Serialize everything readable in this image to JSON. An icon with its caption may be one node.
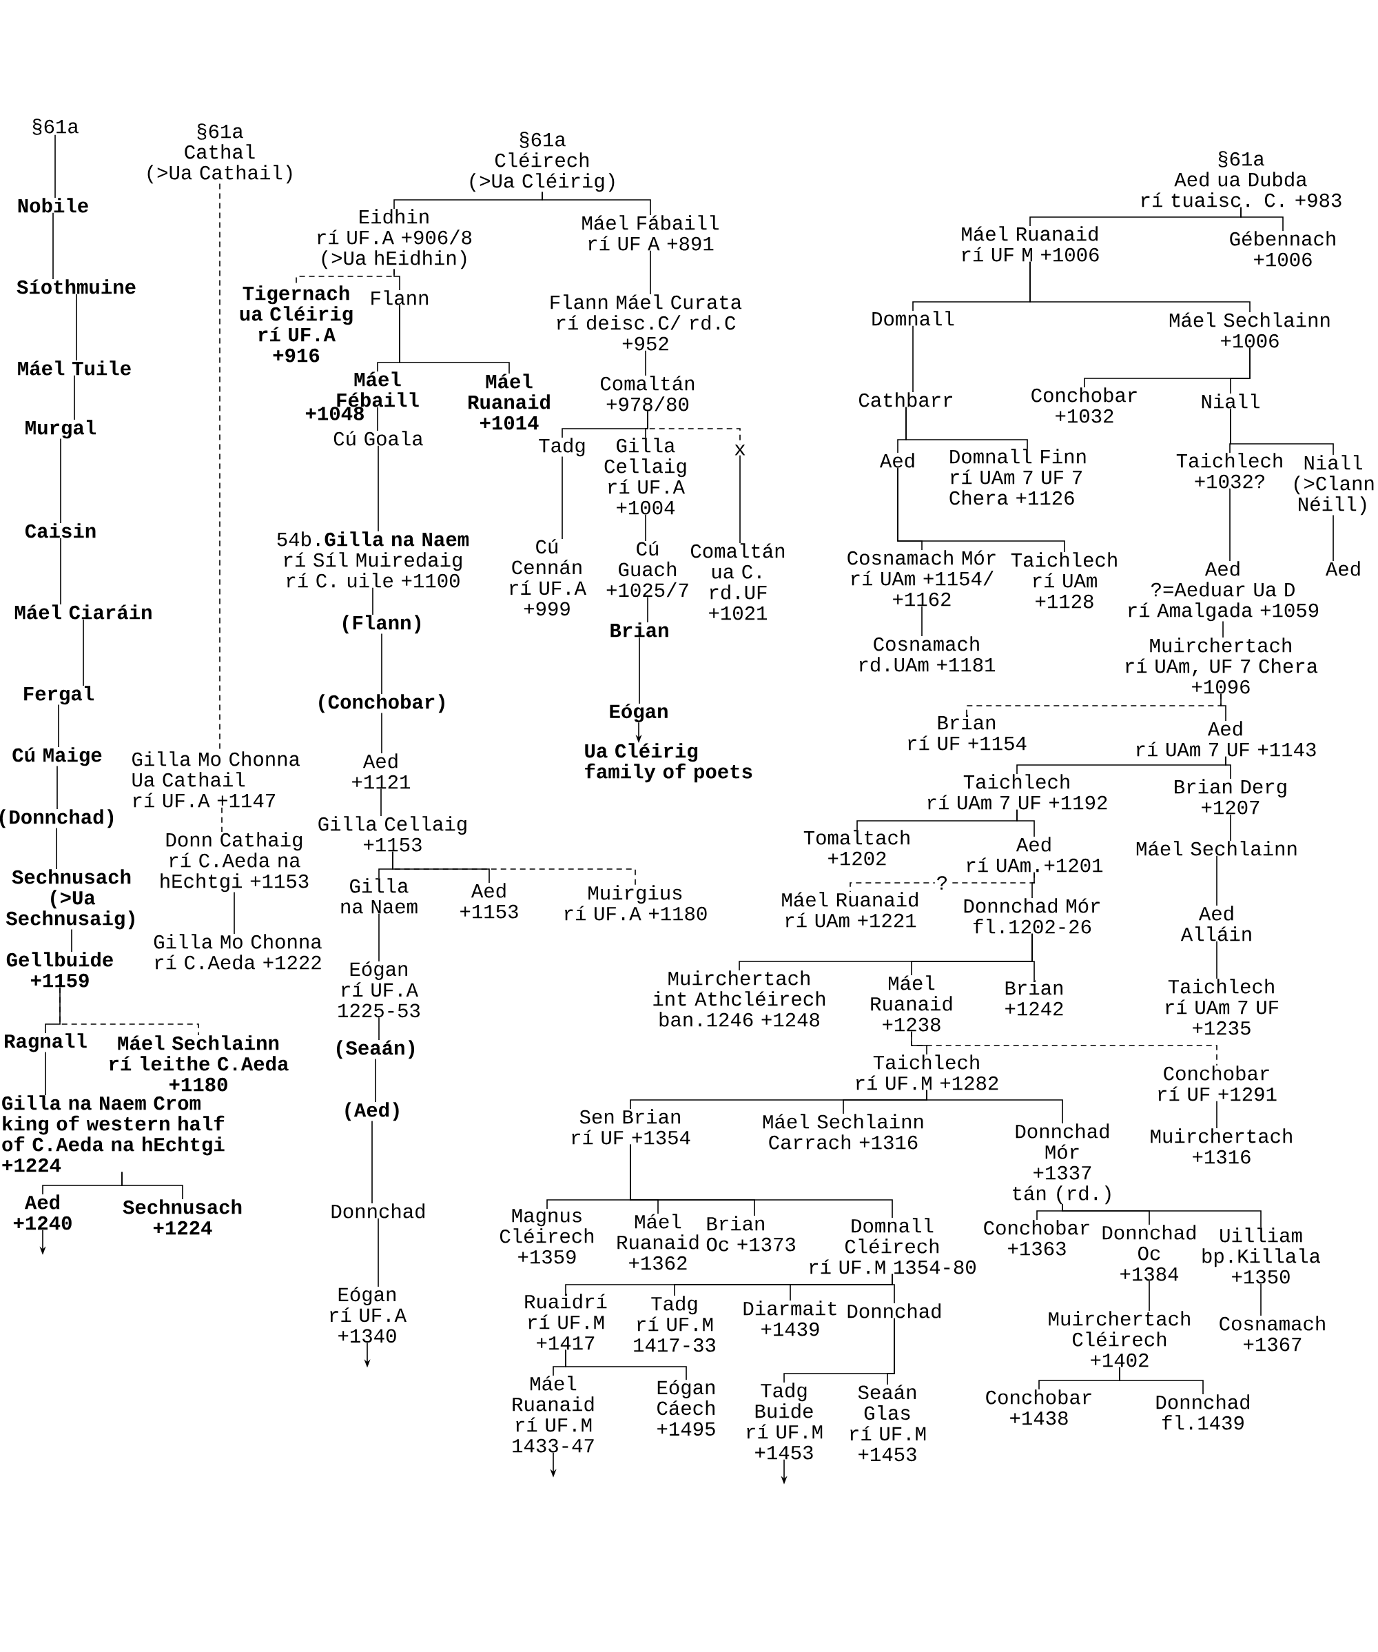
{
  "diagram": {
    "nodes": [
      {
        "text": [
          "§61a"
        ]
      },
      {
        "text": [
          "Nobile"
        ]
      },
      {
        "text": [
          "Síothmuine"
        ]
      },
      {
        "text": [
          "Máel Tuile"
        ]
      },
      {
        "text": [
          "Murgal"
        ]
      },
      {
        "text": [
          "Caisin"
        ]
      },
      {
        "text": [
          "Máel Ciaráin"
        ]
      },
      {
        "text": [
          "Fergal"
        ]
      },
      {
        "text": [
          "Cú Maige"
        ]
      },
      {
        "text": [
          "(Donnchad)"
        ]
      },
      {
        "text": [
          "Sechnusach (>Ua Sechnusaig)"
        ]
      },
      {
        "text": [
          "Gellbuide +1159"
        ]
      },
      {
        "text": [
          "Ragnall"
        ]
      },
      {
        "text": [
          "Máel Sechlainn",
          "rí leithe C.Aeda",
          "+1180"
        ]
      },
      {
        "text": [
          "Gilla na Naem Crom",
          "king of western half of C.Aeda na hEchtgi",
          "+1224"
        ]
      },
      {
        "text": [
          "Aed",
          "+1240"
        ]
      },
      {
        "text": [
          "Sechnusach",
          "+1224"
        ]
      },
      {
        "text": [
          "§61a",
          "Cathal",
          "(>Ua Cathail)"
        ]
      },
      {
        "text": [
          "Gilla Mo Chonna Ua Cathail",
          "rí UF.A +1147"
        ]
      },
      {
        "text": [
          "Donn Cathaig",
          "rí C.Aeda na hEchtgi +1153"
        ]
      },
      {
        "text": [
          "Gilla Mo Chonna",
          "rí C.Aeda +1222"
        ]
      },
      {
        "text": [
          "§61a",
          "Cléirech",
          "(>Ua Cléirig)"
        ]
      },
      {
        "text": [
          "Eidhin",
          "rí UF.A +906/8",
          "(>Ua hEidhin)"
        ]
      },
      {
        "text": [
          "Máel Fábaill",
          "rí UF A +891"
        ]
      },
      {
        "text": [
          "Tigernach ua Cléirig",
          "rí UF.A",
          "+916"
        ]
      },
      {
        "text": [
          "Flann"
        ]
      },
      {
        "text": [
          "Máel Fébaill"
        ],
        "beside": [
          "+1048"
        ]
      },
      {
        "text": [
          "Máel Ruanaid",
          "+1014"
        ]
      },
      {
        "text": [
          "Cú Goala"
        ]
      },
      {
        "text": [
          "54b.**Gilla na Naem**",
          "rí Síl Muiredaig",
          "rí C. uile +1100"
        ]
      },
      {
        "text": [
          "(Flann)"
        ]
      },
      {
        "text": [
          "(Conchobar)"
        ]
      },
      {
        "text": [
          "Aed",
          "+1121"
        ]
      },
      {
        "text": [
          "Gilla Cellaig",
          "+1153"
        ]
      },
      {
        "text": [
          "Gilla na Naem"
        ]
      },
      {
        "text": [
          "Aed",
          "+1153"
        ]
      },
      {
        "text": [
          "Muirgius",
          "rí UF.A +1180"
        ]
      },
      {
        "text": [
          "Eógan",
          "rí UF.A",
          "1225-53"
        ]
      },
      {
        "text": [
          "(Seaán)"
        ]
      },
      {
        "text": [
          "(Aed)"
        ]
      },
      {
        "text": [
          "Donnchad"
        ]
      },
      {
        "text": [
          "Eógan",
          "rí UF.A",
          "+1340"
        ]
      },
      {
        "text": [
          "Flann Máel Curata",
          "rí deisc.C/ rd.C",
          "+952"
        ]
      },
      {
        "text": [
          "Comaltán",
          "+978/80"
        ]
      },
      {
        "text": [
          "Tadg"
        ]
      },
      {
        "text": [
          "Gilla Cellaig",
          "rí UF.A",
          "+1004"
        ]
      },
      {
        "text": [
          "x"
        ]
      },
      {
        "text": [
          "Cú Cennán",
          "rí UF.A",
          "+999"
        ]
      },
      {
        "text": [
          "Cú Guach",
          "+1025/7"
        ]
      },
      {
        "text": [
          "Comaltán ua C.",
          "rd.UF",
          "+1021"
        ]
      },
      {
        "text": [
          "Brian"
        ]
      },
      {
        "text": [
          "Eógan"
        ]
      },
      {
        "text": [
          "Ua Cléirig family of poets"
        ]
      },
      {
        "text": [
          "§61a",
          "Aed ua Dubda",
          "rí tuaisc. C. +983"
        ]
      },
      {
        "text": [
          "Máel Ruanaid",
          "rí UF M +1006"
        ]
      },
      {
        "text": [
          "Gébennach",
          "+1006"
        ]
      },
      {
        "text": [
          "Domnall"
        ]
      },
      {
        "text": [
          "Máel Sechlainn",
          "+1006"
        ]
      },
      {
        "text": [
          "Cathbarr"
        ]
      },
      {
        "text": [
          "Conchobar",
          "+1032"
        ]
      },
      {
        "text": [
          "Niall"
        ]
      },
      {
        "text": [
          "Aed"
        ]
      },
      {
        "text": [
          "Domnall Finn",
          "rí UAm 7 UF 7",
          "Chera +1126"
        ]
      },
      {
        "text": [
          "Taichlech",
          "+1032?"
        ]
      },
      {
        "text": [
          "Niall",
          "(>Clann Néill)"
        ]
      },
      {
        "text": [
          "Cosnamach Mór",
          "rí UAm +1154/",
          "+1162"
        ]
      },
      {
        "text": [
          "Taichlech",
          "rí UAm",
          "+1128"
        ]
      },
      {
        "text": [
          "Cosnamach",
          "rd.UAm +1181"
        ]
      },
      {
        "text": [
          "Aed",
          "?=Aeduar Ua D",
          "rí Amalgada +1059"
        ]
      },
      {
        "text": [
          "Aed"
        ]
      },
      {
        "text": [
          "Muirchertach",
          "rí UAm, UF 7 Chera",
          "+1096"
        ]
      },
      {
        "text": [
          "Brian",
          "rí UF +1154"
        ]
      },
      {
        "text": [
          "Aed",
          "rí UAm 7 UF +1143"
        ]
      },
      {
        "text": [
          "Taichlech",
          "rí UAm 7 UF +1192"
        ]
      },
      {
        "text": [
          "Brian Derg",
          "+1207"
        ]
      },
      {
        "text": [
          "Tomaltach",
          "+1202"
        ]
      },
      {
        "text": [
          "Aed",
          "rí UAm.+1201"
        ]
      },
      {
        "text": [
          "Máel Sechlainn"
        ]
      },
      {
        "text": [
          "Máel Ruanaid",
          "rí UAm +1221"
        ]
      },
      {
        "text": [
          "Donnchad Mór",
          "fl.1202-26"
        ]
      },
      {
        "text": [
          "Aed Alláin"
        ]
      },
      {
        "text": [
          "Muirchertach int Athcléirech",
          "ban.1246 +1248"
        ]
      },
      {
        "text": [
          "Máel Ruanaid",
          "+1238"
        ]
      },
      {
        "text": [
          "Brian",
          "+1242"
        ]
      },
      {
        "text": [
          "Taichlech",
          "rí UAm 7 UF",
          "+1235"
        ]
      },
      {
        "text": [
          "Taichlech",
          "rí UF.M +1282"
        ]
      },
      {
        "text": [
          "Conchobar",
          "rí UF +1291"
        ]
      },
      {
        "text": [
          "Sen Brian",
          "rí UF +1354"
        ]
      },
      {
        "text": [
          "Máel Sechlainn",
          "Carrach +1316"
        ]
      },
      {
        "text": [
          "Donnchad Mór",
          "+1337",
          "tán (rd.)"
        ]
      },
      {
        "text": [
          "Muirchertach",
          "+1316"
        ]
      },
      {
        "text": [
          "Magnus Cléirech",
          "+1359"
        ]
      },
      {
        "text": [
          "Máel Ruanaid",
          "+1362"
        ]
      },
      {
        "text": [
          "Brian",
          "Oc +1373"
        ]
      },
      {
        "text": [
          "Domnall Cléirech",
          "rí UF.M 1354-80"
        ]
      },
      {
        "text": [
          "Conchobar",
          "+1363"
        ]
      },
      {
        "text": [
          "Donnchad Oc",
          "+1384"
        ]
      },
      {
        "text": [
          "Uilliam",
          "bp.Killala",
          "+1350"
        ]
      },
      {
        "text": [
          "Ruaidrí",
          "rí UF.M",
          "+1417"
        ]
      },
      {
        "text": [
          "Tadg",
          "rí UF.M",
          "1417-33"
        ]
      },
      {
        "text": [
          "Diarmait",
          "+1439"
        ]
      },
      {
        "text": [
          "Donnchad"
        ]
      },
      {
        "text": [
          "Muirchertach Cléirech",
          "+1402"
        ]
      },
      {
        "text": [
          "Cosnamach",
          "+1367"
        ]
      },
      {
        "text": [
          "Máel Ruanaid",
          "rí UF.M",
          "1433-47"
        ]
      },
      {
        "text": [
          "Eógan Cáech",
          "+1495"
        ]
      },
      {
        "text": [
          "Tadg Buide",
          "rí UF.M",
          "+1453"
        ]
      },
      {
        "text": [
          "Seaán Glas",
          "rí UF.M",
          "+1453"
        ]
      },
      {
        "text": [
          "Conchobar",
          "+1438"
        ]
      },
      {
        "text": [
          "Donnchad",
          "fl.1439"
        ]
      }
    ],
    "edges": [
      {
        "from": 0,
        "to": 1,
        "arrow": "none"
      },
      {
        "from": 1,
        "to": 2,
        "arrow": "none"
      },
      {
        "from": 2,
        "to": 3,
        "arrow": "none"
      },
      {
        "from": 3,
        "to": 4,
        "arrow": "none"
      },
      {
        "from": 4,
        "to": 5,
        "arrow": "none"
      },
      {
        "from": 5,
        "to": 6,
        "arrow": "none"
      },
      {
        "from": 6,
        "to": 7,
        "arrow": "none"
      },
      {
        "from": 7,
        "to": 8,
        "arrow": "none"
      },
      {
        "from": 8,
        "to": 9,
        "arrow": "none"
      },
      {
        "from": 9,
        "to": 10,
        "arrow": "none"
      },
      {
        "from": 10,
        "to": 11,
        "arrow": "none"
      },
      {
        "from": 11,
        "to": 12,
        "arrow": "none"
      },
      {
        "from": 11,
        "to": 13,
        "arrow": "none",
        "style": "dashed"
      },
      {
        "from": 12,
        "to": 14,
        "arrow": "none"
      },
      {
        "from": 14,
        "to": 15,
        "arrow": "none"
      },
      {
        "from": 14,
        "to": 16,
        "arrow": "none"
      },
      {
        "from": 15,
        "to": null,
        "arrow": "to"
      },
      {
        "from": 17,
        "to": 18,
        "arrow": "none",
        "style": "dashed"
      },
      {
        "from": 18,
        "to": 19,
        "arrow": "none",
        "style": "dashed"
      },
      {
        "from": 19,
        "to": 20,
        "arrow": "none"
      },
      {
        "from": 21,
        "to": 22,
        "arrow": "none"
      },
      {
        "from": 21,
        "to": 23,
        "arrow": "none"
      },
      {
        "from": 22,
        "to": 24,
        "arrow": "none",
        "style": "dashed"
      },
      {
        "from": 22,
        "to": 25,
        "arrow": "none"
      },
      {
        "from": 25,
        "to": 26,
        "arrow": "none"
      },
      {
        "from": 25,
        "to": 27,
        "arrow": "none"
      },
      {
        "from": 26,
        "to": 28,
        "arrow": "none"
      },
      {
        "from": 28,
        "to": 29,
        "arrow": "none"
      },
      {
        "from": 29,
        "to": 30,
        "arrow": "none"
      },
      {
        "from": 30,
        "to": 31,
        "arrow": "none"
      },
      {
        "from": 31,
        "to": 32,
        "arrow": "none"
      },
      {
        "from": 32,
        "to": 33,
        "arrow": "none"
      },
      {
        "from": 33,
        "to": 34,
        "arrow": "none"
      },
      {
        "from": 33,
        "to": 35,
        "arrow": "none"
      },
      {
        "from": 33,
        "to": 36,
        "arrow": "none",
        "style": "dashed"
      },
      {
        "from": 34,
        "to": 37,
        "arrow": "none"
      },
      {
        "from": 37,
        "to": 38,
        "arrow": "none"
      },
      {
        "from": 38,
        "to": 39,
        "arrow": "none"
      },
      {
        "from": 39,
        "to": 40,
        "arrow": "none"
      },
      {
        "from": 40,
        "to": 41,
        "arrow": "none"
      },
      {
        "from": 41,
        "to": null,
        "arrow": "to"
      },
      {
        "from": 23,
        "to": 42,
        "arrow": "none"
      },
      {
        "from": 42,
        "to": 43,
        "arrow": "none"
      },
      {
        "from": 43,
        "to": 44,
        "arrow": "none"
      },
      {
        "from": 43,
        "to": 45,
        "arrow": "none"
      },
      {
        "from": 43,
        "to": 46,
        "arrow": "none",
        "style": "dashed"
      },
      {
        "from": 44,
        "to": 47,
        "arrow": "none"
      },
      {
        "from": 45,
        "to": 48,
        "arrow": "none"
      },
      {
        "from": 46,
        "to": 49,
        "arrow": "none"
      },
      {
        "from": 48,
        "to": 50,
        "arrow": "none"
      },
      {
        "from": 50,
        "to": 51,
        "arrow": "none"
      },
      {
        "from": 51,
        "to": 52,
        "arrow": "to"
      },
      {
        "from": 53,
        "to": 54,
        "arrow": "none"
      },
      {
        "from": 53,
        "to": 55,
        "arrow": "none"
      },
      {
        "from": 54,
        "to": 56,
        "arrow": "none"
      },
      {
        "from": 54,
        "to": 57,
        "arrow": "none"
      },
      {
        "from": 56,
        "to": 58,
        "arrow": "none"
      },
      {
        "from": 57,
        "to": 59,
        "arrow": "none"
      },
      {
        "from": 57,
        "to": 60,
        "arrow": "none"
      },
      {
        "from": 58,
        "to": 61,
        "arrow": "none"
      },
      {
        "from": 58,
        "to": 62,
        "arrow": "none"
      },
      {
        "from": 60,
        "to": 63,
        "arrow": "none"
      },
      {
        "from": 60,
        "to": 64,
        "arrow": "none"
      },
      {
        "from": 61,
        "to": 65,
        "arrow": "none"
      },
      {
        "from": 61,
        "to": 66,
        "arrow": "none"
      },
      {
        "from": 65,
        "to": 67,
        "arrow": "none"
      },
      {
        "from": 63,
        "to": 68,
        "arrow": "none"
      },
      {
        "from": 64,
        "to": 69,
        "arrow": "none"
      },
      {
        "from": 68,
        "to": 70,
        "arrow": "none"
      },
      {
        "from": 70,
        "to": 71,
        "arrow": "none",
        "style": "dashed"
      },
      {
        "from": 70,
        "to": 72,
        "arrow": "none"
      },
      {
        "from": 72,
        "to": 73,
        "arrow": "none"
      },
      {
        "from": 72,
        "to": 74,
        "arrow": "none"
      },
      {
        "from": 73,
        "to": 75,
        "arrow": "none"
      },
      {
        "from": 73,
        "to": 76,
        "arrow": "none"
      },
      {
        "from": 74,
        "to": 77,
        "arrow": "none"
      },
      {
        "from": 76,
        "to": 78,
        "arrow": "none",
        "style": "dashed",
        "label": "?"
      },
      {
        "from": 76,
        "to": 79,
        "arrow": "none"
      },
      {
        "from": 77,
        "to": 80,
        "arrow": "none"
      },
      {
        "from": 79,
        "to": 81,
        "arrow": "none"
      },
      {
        "from": 79,
        "to": 82,
        "arrow": "none"
      },
      {
        "from": 79,
        "to": 83,
        "arrow": "none"
      },
      {
        "from": 80,
        "to": 84,
        "arrow": "none"
      },
      {
        "from": 82,
        "to": 85,
        "arrow": "none"
      },
      {
        "from": 82,
        "to": 86,
        "arrow": "none",
        "style": "dashed"
      },
      {
        "from": 85,
        "to": 87,
        "arrow": "none"
      },
      {
        "from": 85,
        "to": 88,
        "arrow": "none"
      },
      {
        "from": 85,
        "to": 89,
        "arrow": "none"
      },
      {
        "from": 86,
        "to": 90,
        "arrow": "none"
      },
      {
        "from": 87,
        "to": 91,
        "arrow": "none"
      },
      {
        "from": 87,
        "to": 92,
        "arrow": "none"
      },
      {
        "from": 87,
        "to": 93,
        "arrow": "none"
      },
      {
        "from": 87,
        "to": 94,
        "arrow": "none"
      },
      {
        "from": 89,
        "to": 95,
        "arrow": "none"
      },
      {
        "from": 89,
        "to": 96,
        "arrow": "none"
      },
      {
        "from": 89,
        "to": 97,
        "arrow": "none"
      },
      {
        "from": 94,
        "to": 98,
        "arrow": "none"
      },
      {
        "from": 94,
        "to": 99,
        "arrow": "none"
      },
      {
        "from": 94,
        "to": 100,
        "arrow": "none"
      },
      {
        "from": 94,
        "to": 101,
        "arrow": "none"
      },
      {
        "from": 96,
        "to": 102,
        "arrow": "none"
      },
      {
        "from": 97,
        "to": 103,
        "arrow": "none"
      },
      {
        "from": 98,
        "to": 104,
        "arrow": "none"
      },
      {
        "from": 98,
        "to": 105,
        "arrow": "none"
      },
      {
        "from": 101,
        "to": 106,
        "arrow": "none"
      },
      {
        "from": 101,
        "to": 107,
        "arrow": "none"
      },
      {
        "from": 102,
        "to": 108,
        "arrow": "none"
      },
      {
        "from": 102,
        "to": 109,
        "arrow": "none"
      },
      {
        "from": 104,
        "to": null,
        "arrow": "to"
      },
      {
        "from": 106,
        "to": null,
        "arrow": "to"
      }
    ]
  }
}
